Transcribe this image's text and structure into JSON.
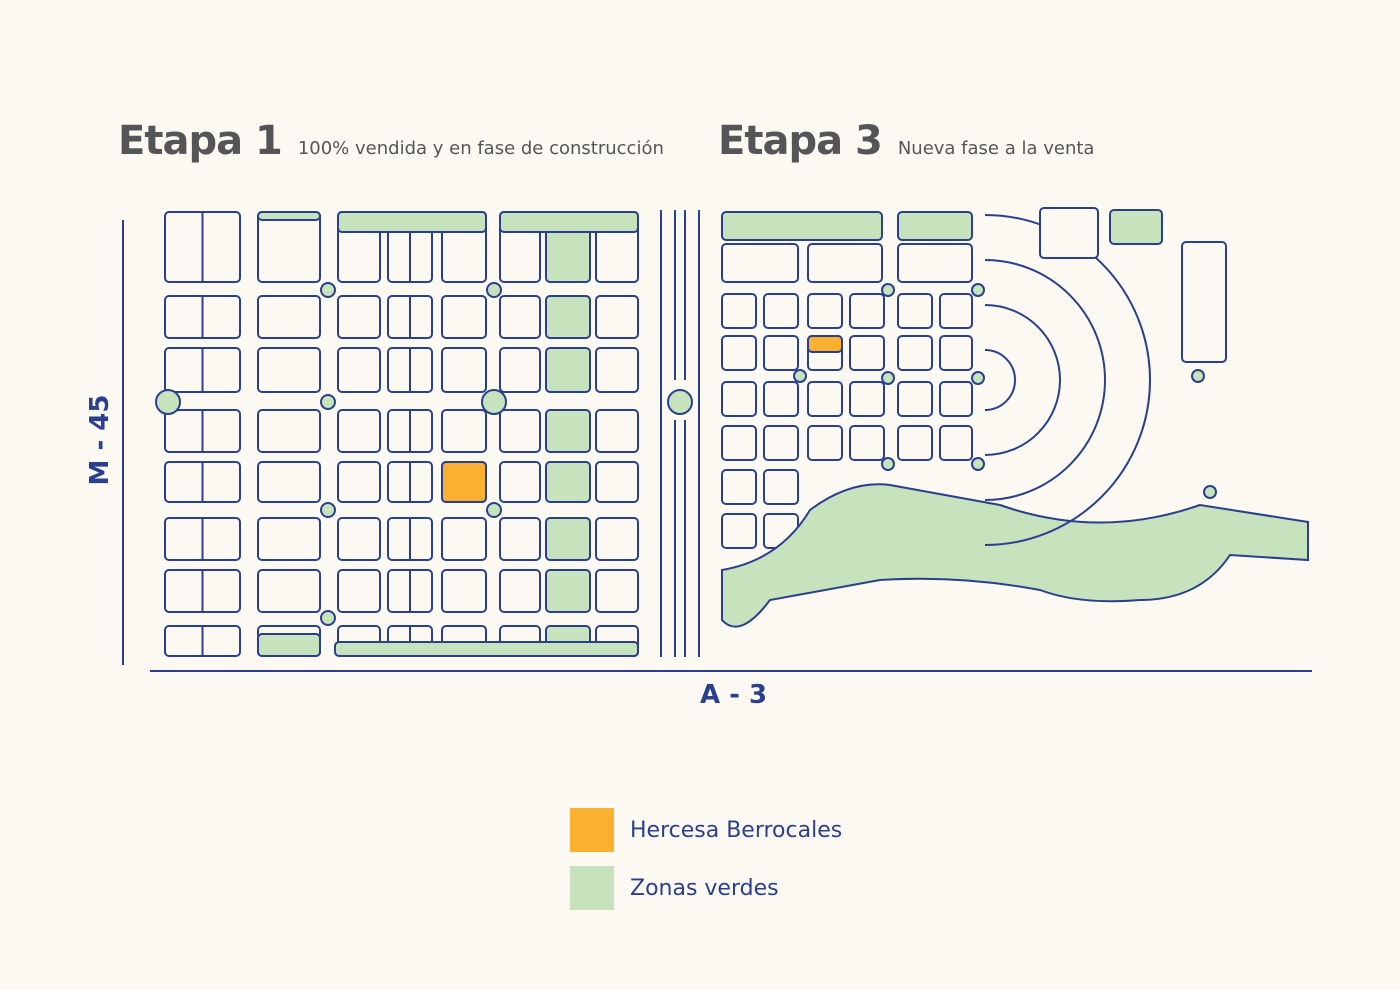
{
  "stages": [
    {
      "title": "Etapa 1",
      "subtitle": "100% vendida y en fase de construcción"
    },
    {
      "title": "Etapa 3",
      "subtitle": "Nueva fase a la venta"
    }
  ],
  "roads": {
    "horizontal": "A - 3",
    "vertical": "M - 45"
  },
  "legend": [
    {
      "label": "Hercesa Berrocales",
      "color": "#f9b12f"
    },
    {
      "label": "Zonas verdes",
      "color": "#c6e3bd"
    }
  ],
  "colors": {
    "background": "#fcf9f3",
    "streets": "#2b3f8f",
    "blocks": "#fcf9f3"
  }
}
